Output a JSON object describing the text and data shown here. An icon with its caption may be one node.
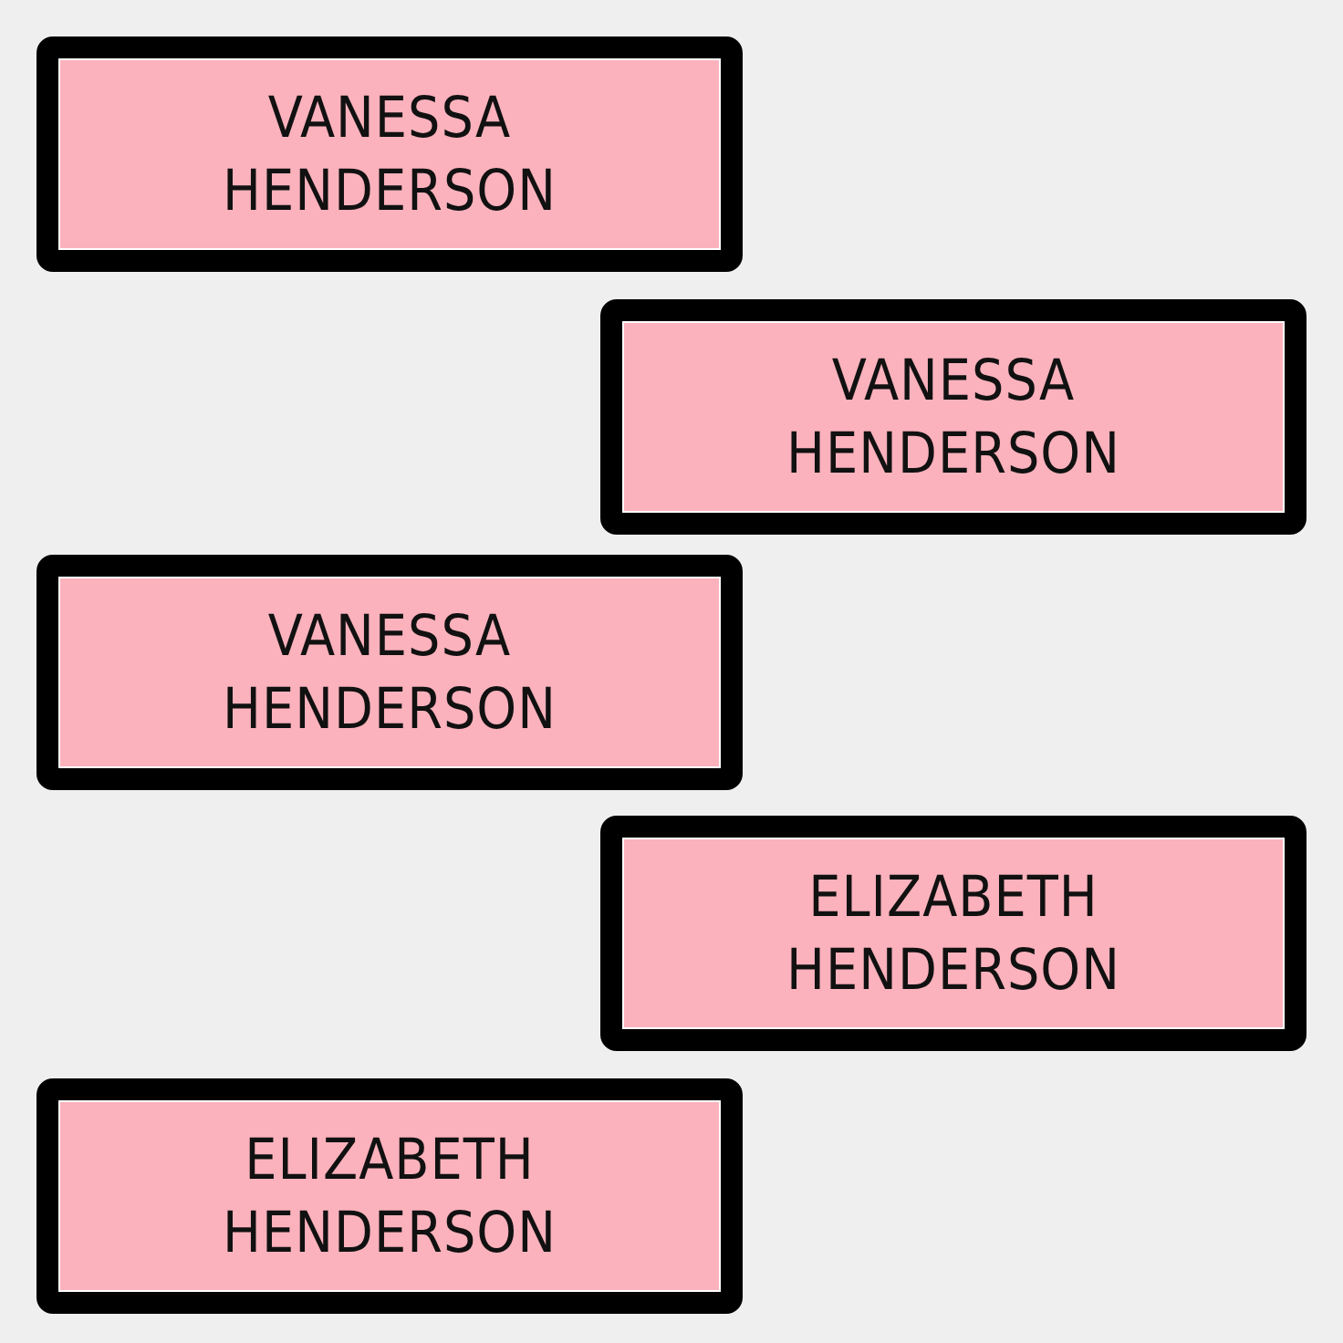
{
  "diagram": {
    "nodes": [
      {
        "text": [
          "VANESSA HENDERSON"
        ]
      },
      {
        "text": [
          "VANESSA HENDERSON"
        ]
      },
      {
        "text": [
          "VANESSA HENDERSON"
        ]
      },
      {
        "text": [
          "ELIZABETH HENDERSON"
        ]
      },
      {
        "text": [
          "ELIZABETH HENDERSON"
        ]
      }
    ]
  }
}
